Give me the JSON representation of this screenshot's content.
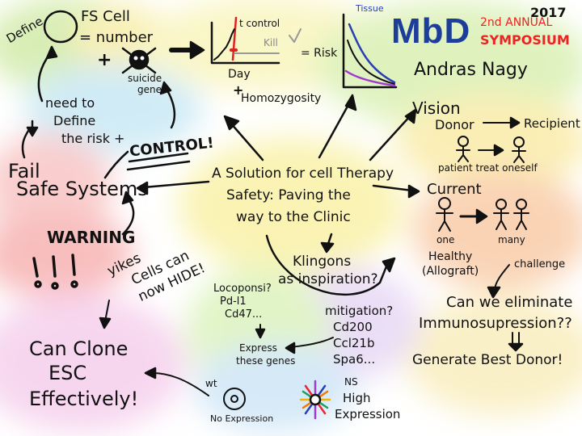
{
  "header": {
    "year": "2017",
    "logo": "MbD",
    "event_line1": "2nd ANNUAL",
    "event_line2": "SYMPOSIUM",
    "speaker": "Andras Nagy"
  },
  "center": {
    "title_line1": "A Solution for cell Therapy",
    "title_line2": "Safety: Paving the",
    "title_line3": "way to the Clinic"
  },
  "top_left": {
    "define": "Define",
    "fs_cell": "FS Cell",
    "equals_number": "= number",
    "plus": "+",
    "suicide_gene_line1": "suicide",
    "suicide_gene_line2": "gene",
    "need_line1": "need to",
    "need_line2": "Define",
    "need_line3": "the risk +",
    "control": "CONTROL!",
    "fail_line1": "Fail",
    "fail_line2": "Safe Systems"
  },
  "top_graphs": {
    "t_control": "t control",
    "kill": "Kill",
    "day": "Day",
    "plus": "+",
    "homozygosity": "Homozygosity",
    "equals_risk": "= Risk",
    "tissue": "Tissue"
  },
  "right": {
    "vision": "Vision",
    "donor": "Donor",
    "recipient": "Recipient",
    "patient_treat": "patient treat oneself",
    "current": "Current",
    "one": "one",
    "many": "many",
    "healthy_line1": "Healthy",
    "healthy_line2": "(Allograft)",
    "challenge": "challenge",
    "eliminate_line1": "Can we eliminate",
    "eliminate_line2": "Immunosupression??",
    "generate": "Generate Best Donor!"
  },
  "left_bottom": {
    "warning": "WARNING",
    "exclaims": "! ! !",
    "yikes_line1": "yikes",
    "yikes_line2": "Cells can",
    "yikes_line3": "now HIDE!",
    "clone_line1": "Can Clone",
    "clone_line2": "ESC",
    "clone_line3": "Effectively!"
  },
  "bottom_center": {
    "klingons_line1": "Klingons",
    "klingons_line2": "as inspiration?",
    "loco_line1": "Locoponsi?",
    "loco_line2": "Pd-l1",
    "loco_line3": "Cd47...",
    "mitigation_line1": "mitigation?",
    "mitigation_line2": "Cd200",
    "mitigation_line3": "Ccl21b",
    "mitigation_line4": "Spa6...",
    "express_line1": "Express",
    "express_line2": "these genes",
    "wt": "wt",
    "no_expression": "No Expression",
    "ns": "NS",
    "high_line1": "High",
    "high_line2": "Expression"
  }
}
